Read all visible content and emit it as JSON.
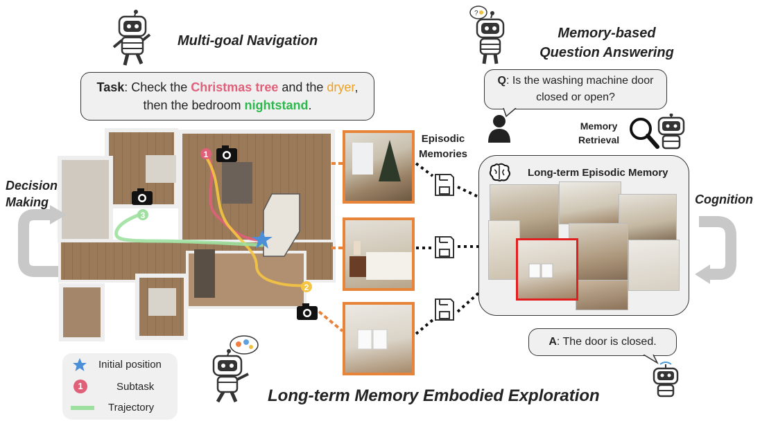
{
  "titles": {
    "multi_goal": "Multi-goal Navigation",
    "memory_qa_line1": "Memory-based",
    "memory_qa_line2": "Question Answering",
    "main": "Long-term Memory Embodied Exploration"
  },
  "task": {
    "prefix": "Task",
    "text1": ": Check the ",
    "item1": "Christmas tree",
    "text2": " and the ",
    "item2": "dryer",
    "text3": ",",
    "line2_prefix": "then the bedroom ",
    "item3": "nightstand",
    "line2_suffix": ".",
    "colors": {
      "item1": "#e0607a",
      "item2": "#f0a020",
      "item3": "#2db84d"
    }
  },
  "labels": {
    "decision_making_1": "Decision",
    "decision_making_2": "Making",
    "cognition": "Cognition",
    "episodic_1": "Episodic",
    "episodic_2": "Memories",
    "memory_retrieval_1": "Memory",
    "memory_retrieval_2": "Retrieval",
    "long_term_memory": "Long-term Episodic Memory"
  },
  "question": {
    "q_label": "Q",
    "q_text_1": ": Is the washing machine door",
    "q_text_2": "closed or open?"
  },
  "answer": {
    "a_label": "A",
    "a_text": ": The  door is closed."
  },
  "legend": {
    "initial_position": "Initial position",
    "subtask": "Subtask",
    "trajectory": "Trajectory",
    "subtask_number": "1"
  },
  "markers": {
    "m1": "1",
    "m2": "2",
    "m3": "3"
  },
  "colors": {
    "accent_orange": "#e8843a",
    "traj_red": "#e0607a",
    "traj_yellow": "#f5c542",
    "traj_green": "#9ee0a0",
    "star": "#4a8fd8"
  }
}
